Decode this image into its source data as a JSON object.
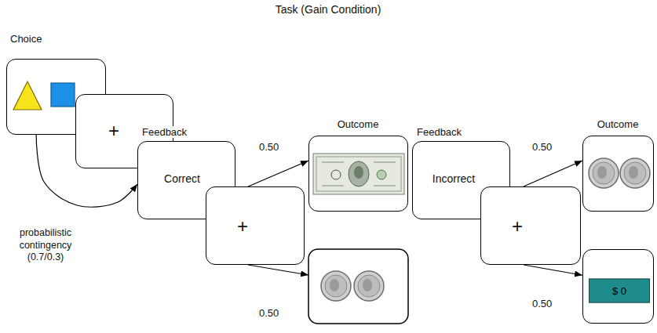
{
  "diagram": {
    "title": "Task (Gain Condition)",
    "nodes": [
      {
        "text": [
          "Choice"
        ]
      },
      {
        "text": [
          "+"
        ]
      },
      {
        "text": [
          "Feedback",
          "Correct"
        ]
      },
      {
        "text": [
          "+"
        ]
      },
      {
        "text": [
          "Outcome"
        ]
      },
      {
        "text": [
          "Feedback",
          "Incorrect"
        ]
      },
      {
        "text": [
          "+"
        ]
      },
      {
        "text": [
          "Outcome"
        ]
      },
      {
        "text": [
          "$ 0"
        ]
      }
    ],
    "edges": [
      {
        "from": 0,
        "to": 2,
        "label": "probabilistic contingency (0.7/0.3)",
        "arrow": "to"
      },
      {
        "from": 3,
        "to": 4,
        "label": "0.50",
        "arrow": "to"
      },
      {
        "from": 6,
        "to": 7,
        "label": "0.50",
        "arrow": "to"
      },
      {
        "from": 6,
        "to": 8,
        "label": "0.50",
        "arrow": "to"
      }
    ],
    "labels": [
      "0.50"
    ]
  }
}
